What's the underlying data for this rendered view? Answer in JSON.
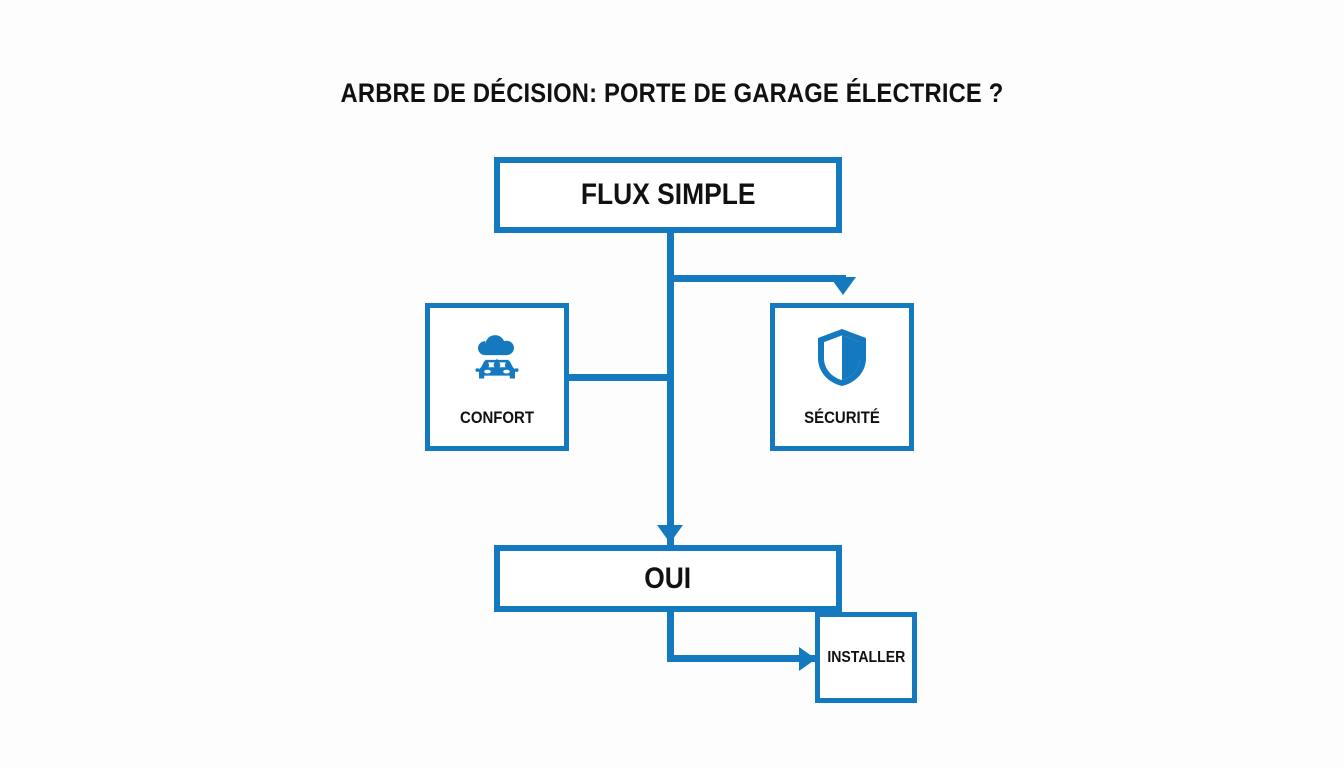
{
  "diagram": {
    "title": "ARBRE DE DÉCISION: PORTE DE GARAGE ÉLECTRICE ?",
    "type": "decision-tree-flowchart",
    "colors": {
      "accent": "#1479bf",
      "background": "#fdfdfd",
      "box_fill": "#ffffff",
      "text": "#111111"
    },
    "nodes": {
      "root": {
        "label": "FLUX SIMPLE",
        "shape": "rectangle"
      },
      "confort": {
        "label": "CONFORT",
        "shape": "square",
        "icon": "rain-cloud-car-icon"
      },
      "securite": {
        "label": "SÉCURITÉ",
        "shape": "square",
        "icon": "shield-icon"
      },
      "yes": {
        "label": "OUI",
        "shape": "rectangle"
      },
      "installer": {
        "label": "INSTALLER",
        "shape": "square"
      }
    },
    "edges": [
      {
        "from": "root",
        "to": "securite",
        "arrow": true
      },
      {
        "from": "root",
        "to": "confort",
        "arrow": false
      },
      {
        "from": "root",
        "to": "yes",
        "arrow": true
      },
      {
        "from": "yes",
        "to": "installer",
        "arrow": true
      }
    ]
  }
}
